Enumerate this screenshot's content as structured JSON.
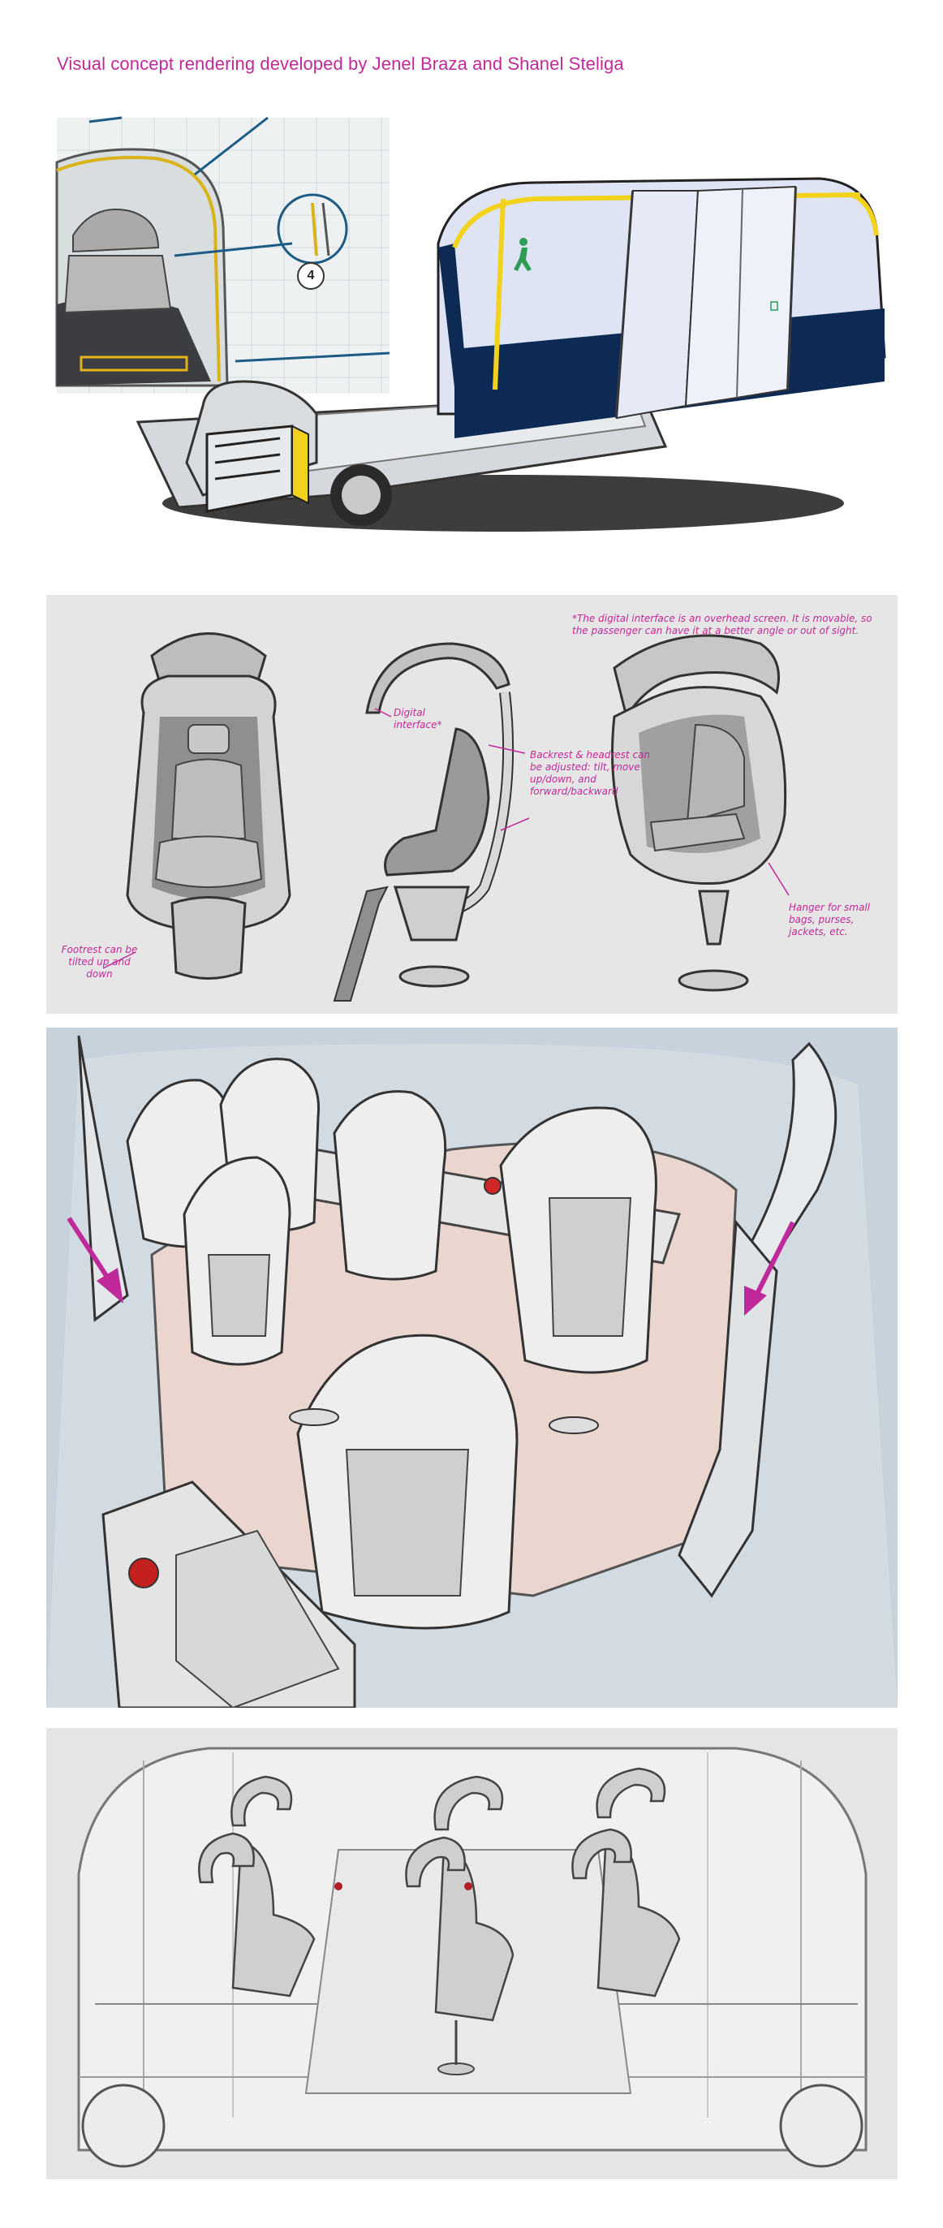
{
  "header": {
    "title": "Visual concept rendering developed by Jenel Braza and Shanel Steliga"
  },
  "vehicle_panel": {
    "callout_number": "4"
  },
  "chair_panel": {
    "overhead_note": "*The digital interface is an overhead screen. It is movable, so the passenger can have it at a better angle or out of sight.",
    "label_digital_interface": "Digital interface*",
    "label_backrest": "Backrest & headrest can be adjusted: tilt, move up/down, and forward/backward",
    "label_footrest": "Footrest can be tilted up and down",
    "label_hanger": "Hanger for small bags, purses, jackets, etc."
  },
  "colors": {
    "accent": "#c0299a",
    "vehicle_navy": "#0d2a55",
    "vehicle_yellow": "#f2d21b",
    "vehicle_body": "#dfe4f4",
    "panel_gray": "#e6e6e6",
    "interior_blue": "#c8d2dc",
    "floor_pink": "#ead6cf"
  },
  "icons": [
    "walking-person-icon",
    "door-icon",
    "arrow-icon"
  ]
}
